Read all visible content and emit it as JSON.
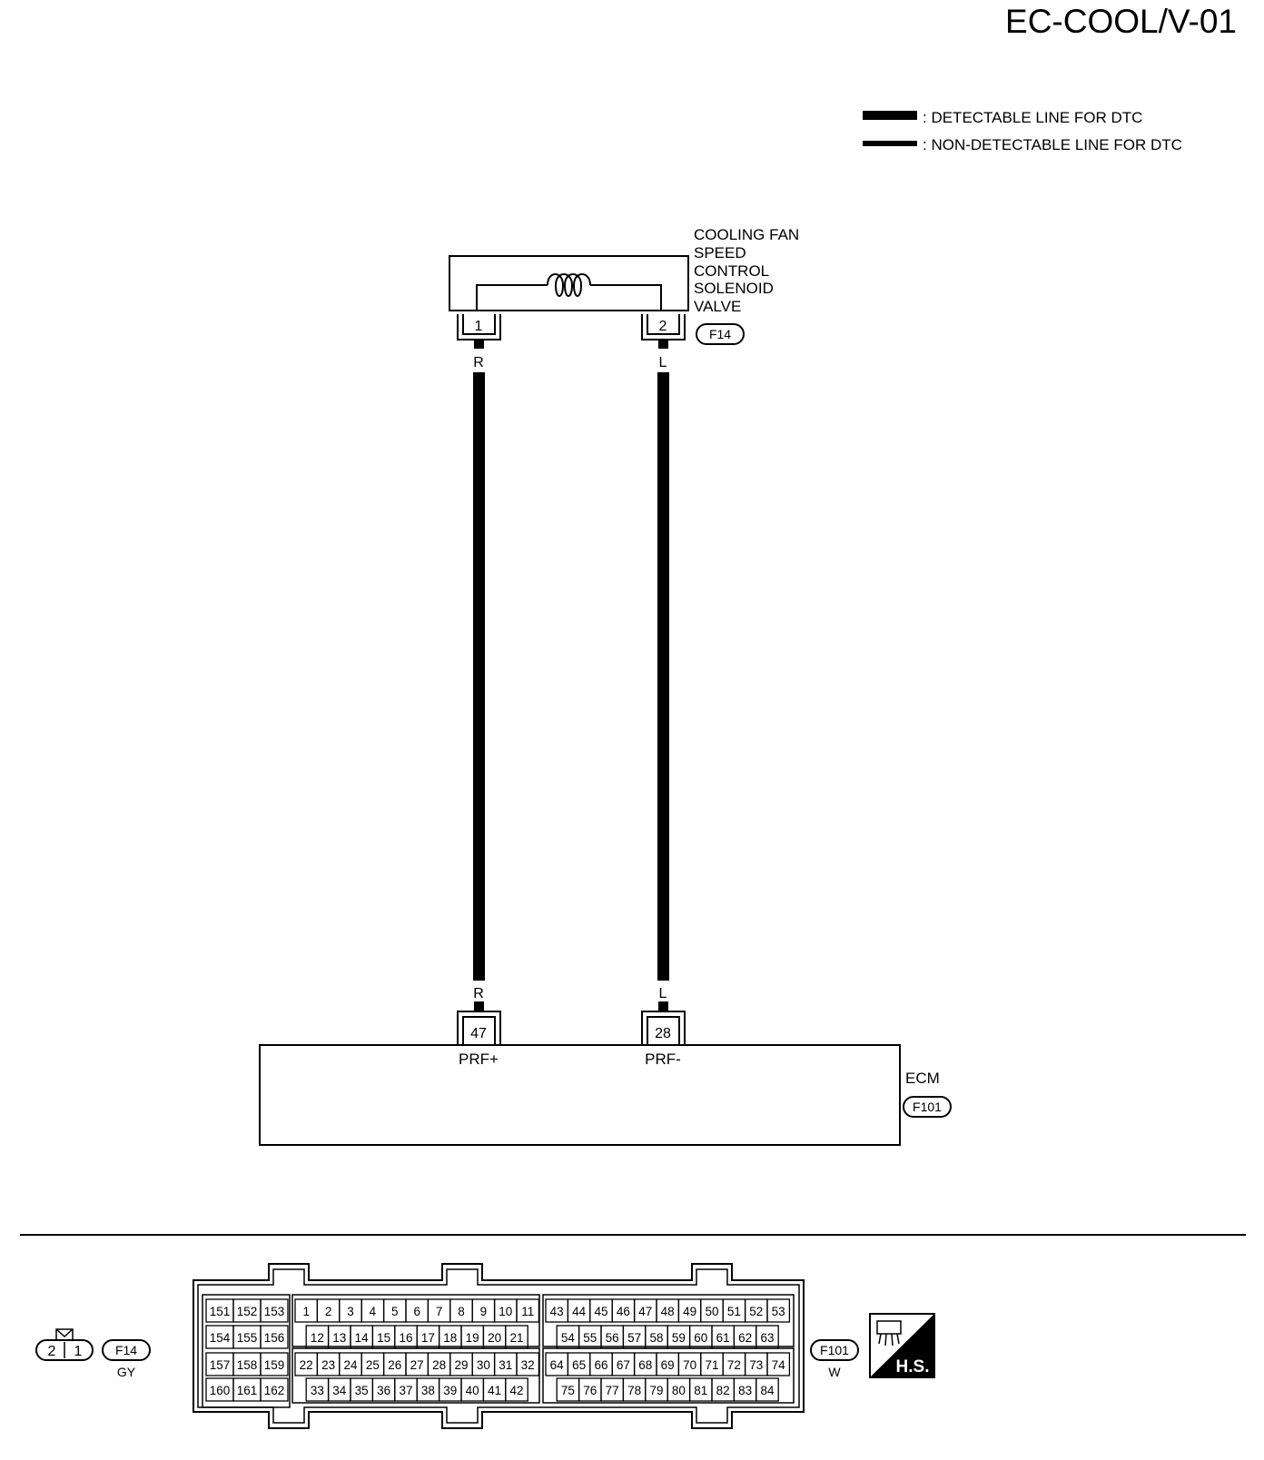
{
  "page_id": "EC-COOL/V-01",
  "legend": {
    "detectable": ": DETECTABLE LINE FOR DTC",
    "non_detectable": ": NON-DETECTABLE LINE FOR DTC"
  },
  "solenoid": {
    "name_lines": [
      "COOLING FAN",
      "SPEED",
      "CONTROL",
      "SOLENOID",
      "VALVE"
    ],
    "connector": "F14",
    "pin_left": "1",
    "pin_right": "2"
  },
  "wires": [
    {
      "color": "R",
      "from_pin": "1",
      "to_pin": "47"
    },
    {
      "color": "L",
      "from_pin": "2",
      "to_pin": "28"
    }
  ],
  "ecm": {
    "name": "ECM",
    "connector": "F101",
    "terminals": [
      {
        "pin": "47",
        "signal": "PRF+"
      },
      {
        "pin": "28",
        "signal": "PRF-"
      }
    ]
  },
  "connector_views": {
    "f14": {
      "id": "F14",
      "color": "GY",
      "pins": [
        "2",
        "1"
      ]
    },
    "f101": {
      "id": "F101",
      "color": "W",
      "block_a": [
        [
          "151",
          "152",
          "153"
        ],
        [
          "154",
          "155",
          "156"
        ],
        [
          "157",
          "158",
          "159"
        ],
        [
          "160",
          "161",
          "162"
        ]
      ],
      "block_b": [
        [
          "1",
          "2",
          "3",
          "4",
          "5",
          "6",
          "7",
          "8",
          "9",
          "10",
          "11"
        ],
        [
          "12",
          "13",
          "14",
          "15",
          "16",
          "17",
          "18",
          "19",
          "20",
          "21"
        ],
        [
          "22",
          "23",
          "24",
          "25",
          "26",
          "27",
          "28",
          "29",
          "30",
          "31",
          "32"
        ],
        [
          "33",
          "34",
          "35",
          "36",
          "37",
          "38",
          "39",
          "40",
          "41",
          "42"
        ]
      ],
      "block_c": [
        [
          "43",
          "44",
          "45",
          "46",
          "47",
          "48",
          "49",
          "50",
          "51",
          "52",
          "53"
        ],
        [
          "54",
          "55",
          "56",
          "57",
          "58",
          "59",
          "60",
          "61",
          "62",
          "63"
        ],
        [
          "64",
          "65",
          "66",
          "67",
          "68",
          "69",
          "70",
          "71",
          "72",
          "73",
          "74"
        ],
        [
          "75",
          "76",
          "77",
          "78",
          "79",
          "80",
          "81",
          "82",
          "83",
          "84"
        ]
      ]
    },
    "hs_badge": "H.S."
  }
}
